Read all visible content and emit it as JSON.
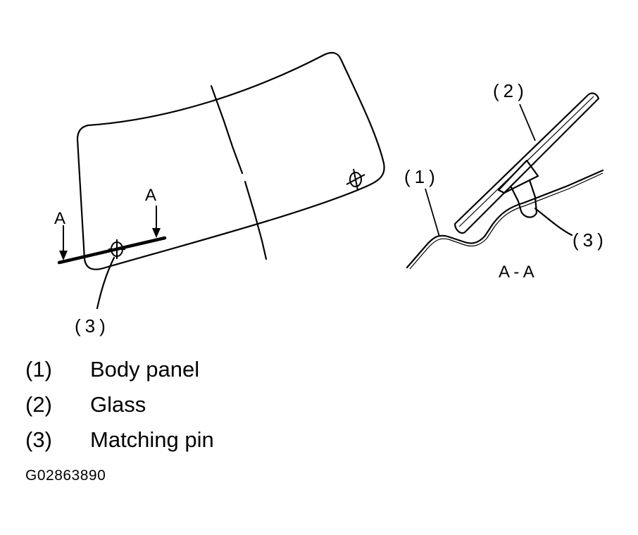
{
  "callouts": {
    "main_pin": "(3)",
    "section_body_panel": "(1)",
    "section_glass": "(2)",
    "section_pin": "(3)"
  },
  "section_marks": {
    "left": "A",
    "right": "A",
    "view_title": "A - A"
  },
  "legend": [
    {
      "num": "(1)",
      "label": "Body panel"
    },
    {
      "num": "(2)",
      "label": "Glass"
    },
    {
      "num": "(3)",
      "label": "Matching pin"
    }
  ],
  "figure_id": "G02863890"
}
